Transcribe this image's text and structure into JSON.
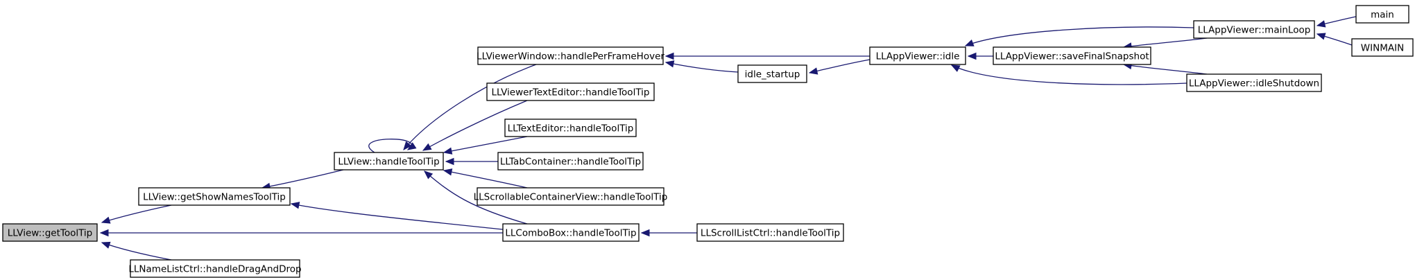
{
  "graph": {
    "edge_color": "#191970",
    "focus_fill": "#bfbfbf",
    "nodes": [
      {
        "id": "gettooltip",
        "label": "LLView::getToolTip",
        "focus": true
      },
      {
        "id": "getshownames",
        "label": "LLView::getShowNamesToolTip"
      },
      {
        "id": "namelist",
        "label": "LLNameListCtrl::handleDragAndDrop"
      },
      {
        "id": "viewtooltip",
        "label": "LLView::handleToolTip"
      },
      {
        "id": "combobox",
        "label": "LLComboBox::handleToolTip"
      },
      {
        "id": "windowhover",
        "label": "LLViewerWindow::handlePerFrameHover"
      },
      {
        "id": "viewertext",
        "label": "LLViewerTextEditor::handleToolTip"
      },
      {
        "id": "texteditor",
        "label": "LLTextEditor::handleToolTip"
      },
      {
        "id": "tabcontainer",
        "label": "LLTabContainer::handleToolTip"
      },
      {
        "id": "scrollcontainer",
        "label": "LLScrollableContainerView::handleToolTip"
      },
      {
        "id": "scrolllist",
        "label": "LLScrollListCtrl::handleToolTip"
      },
      {
        "id": "idlestartup",
        "label": "idle_startup"
      },
      {
        "id": "appidle",
        "label": "LLAppViewer::idle"
      },
      {
        "id": "savesnapshot",
        "label": "LLAppViewer::saveFinalSnapshot"
      },
      {
        "id": "mainloop",
        "label": "LLAppViewer::mainLoop"
      },
      {
        "id": "idleshutdown",
        "label": "LLAppViewer::idleShutdown"
      },
      {
        "id": "main",
        "label": "main"
      },
      {
        "id": "winmain",
        "label": "WINMAIN"
      }
    ],
    "edges": [
      {
        "from": "getshownames",
        "to": "gettooltip"
      },
      {
        "from": "combobox",
        "to": "gettooltip"
      },
      {
        "from": "namelist",
        "to": "gettooltip"
      },
      {
        "from": "viewtooltip",
        "to": "getshownames"
      },
      {
        "from": "combobox",
        "to": "getshownames"
      },
      {
        "from": "viewtooltip",
        "to": "viewtooltip"
      },
      {
        "from": "windowhover",
        "to": "viewtooltip"
      },
      {
        "from": "viewertext",
        "to": "viewtooltip"
      },
      {
        "from": "texteditor",
        "to": "viewtooltip"
      },
      {
        "from": "tabcontainer",
        "to": "viewtooltip"
      },
      {
        "from": "scrollcontainer",
        "to": "viewtooltip"
      },
      {
        "from": "combobox",
        "to": "viewtooltip"
      },
      {
        "from": "scrolllist",
        "to": "combobox"
      },
      {
        "from": "appidle",
        "to": "windowhover"
      },
      {
        "from": "idlestartup",
        "to": "windowhover"
      },
      {
        "from": "appidle",
        "to": "idlestartup"
      },
      {
        "from": "savesnapshot",
        "to": "appidle"
      },
      {
        "from": "mainloop",
        "to": "appidle"
      },
      {
        "from": "idleshutdown",
        "to": "appidle"
      },
      {
        "from": "mainloop",
        "to": "savesnapshot"
      },
      {
        "from": "idleshutdown",
        "to": "savesnapshot"
      },
      {
        "from": "main",
        "to": "mainloop"
      },
      {
        "from": "winmain",
        "to": "mainloop"
      }
    ]
  }
}
